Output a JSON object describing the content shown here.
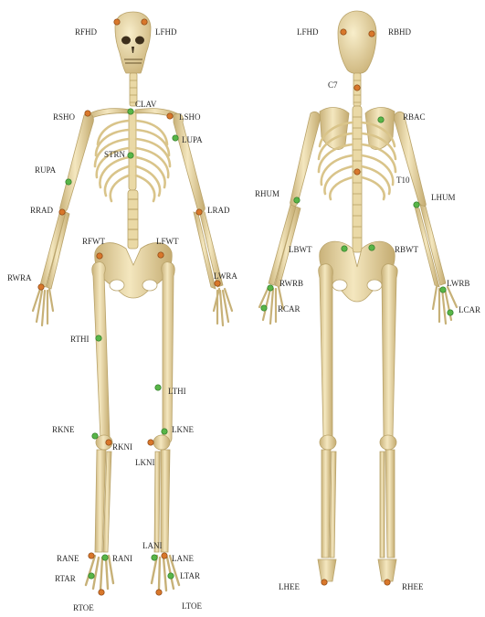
{
  "colors": {
    "marker_orange": "#d8772b",
    "marker_green": "#58b548",
    "bone": "#e7d39e"
  },
  "front_view": {
    "labels": [
      "RFHD",
      "LFHD",
      "CLAV",
      "RSHO",
      "LSHO",
      "LUPA",
      "STRN",
      "RUPA",
      "RRAD",
      "LRAD",
      "RFWT",
      "LFWT",
      "RWRA",
      "LWRA",
      "RTHI",
      "LTHI",
      "RKNE",
      "LKNE",
      "RKNI",
      "LKNI",
      "LANI",
      "RANE",
      "RANI",
      "LANE",
      "RTAR",
      "LTAR",
      "RTOE",
      "LTOE"
    ]
  },
  "back_view": {
    "labels": [
      "LFHD",
      "RBHD",
      "C7",
      "RBAC",
      "T10",
      "RHUM",
      "LHUM",
      "LBWT",
      "RBWT",
      "RWRB",
      "LWRB",
      "RCAR",
      "LCAR",
      "LHEE",
      "RHEE"
    ]
  }
}
